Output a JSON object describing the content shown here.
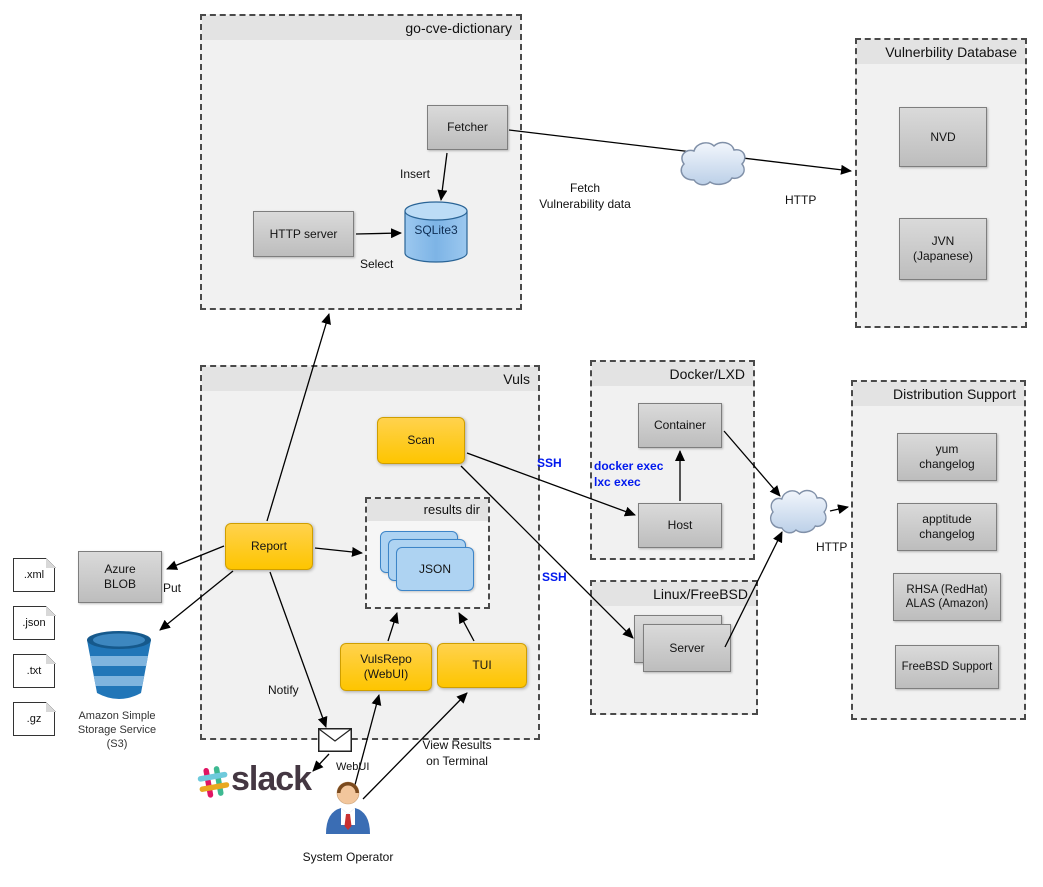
{
  "groups": {
    "go_cve": {
      "title": "go-cve-dictionary"
    },
    "vuln_db": {
      "title": "Vulnerbility Database"
    },
    "vuls": {
      "title": "Vuls"
    },
    "docker_lxd": {
      "title": "Docker/LXD"
    },
    "linux_freebsd": {
      "title": "Linux/FreeBSD"
    },
    "dist_support": {
      "title": "Distribution Support"
    },
    "results_dir": {
      "title": "results dir"
    }
  },
  "nodes": {
    "fetcher": "Fetcher",
    "http_server": "HTTP server",
    "sqlite3": "SQLite3",
    "nvd": "NVD",
    "jvn": "JVN\n(Japanese)",
    "scan": "Scan",
    "report": "Report",
    "json": "JSON",
    "vulsrepo": "VulsRepo\n(WebUI)",
    "tui": "TUI",
    "container": "Container",
    "host": "Host",
    "server": "Server",
    "azure_blob": "Azure\nBLOB",
    "yum_changelog": "yum\nchangelog",
    "apptitude_changelog": "apptitude\nchangelog",
    "rhsa_alas": "RHSA (RedHat)\nALAS (Amazon)",
    "freebsd_support": "FreeBSD Support"
  },
  "edge_labels": {
    "insert": "Insert",
    "select": "Select",
    "fetch_vulnerability_data": "Fetch\nVulnerability data",
    "http_fetch": "HTTP",
    "http_dist": "HTTP",
    "ssh_docker": "SSH",
    "ssh_linux": "SSH",
    "docker_exec": "docker exec\nlxc exec",
    "put": "Put",
    "notify": "Notify",
    "webui": "WebUI",
    "view_results": "View Results\non Terminal"
  },
  "captions": {
    "system_operator": "System Operator",
    "s3": "Amazon Simple\nStorage Service\n(S3)",
    "slack": "slack"
  },
  "file_badges": [
    ".xml",
    ".json",
    ".txt",
    ".gz"
  ],
  "colors": {
    "action_yellow": "#FEC500",
    "node_gray": "#C9C9C9",
    "db_cylinder_blue": "#85BCEC",
    "json_blue": "#AED3F2",
    "ssh_label_blue": "#0018EE",
    "s3_bucket_blue": "#2176B8",
    "group_fill": "#F1F1F1"
  }
}
